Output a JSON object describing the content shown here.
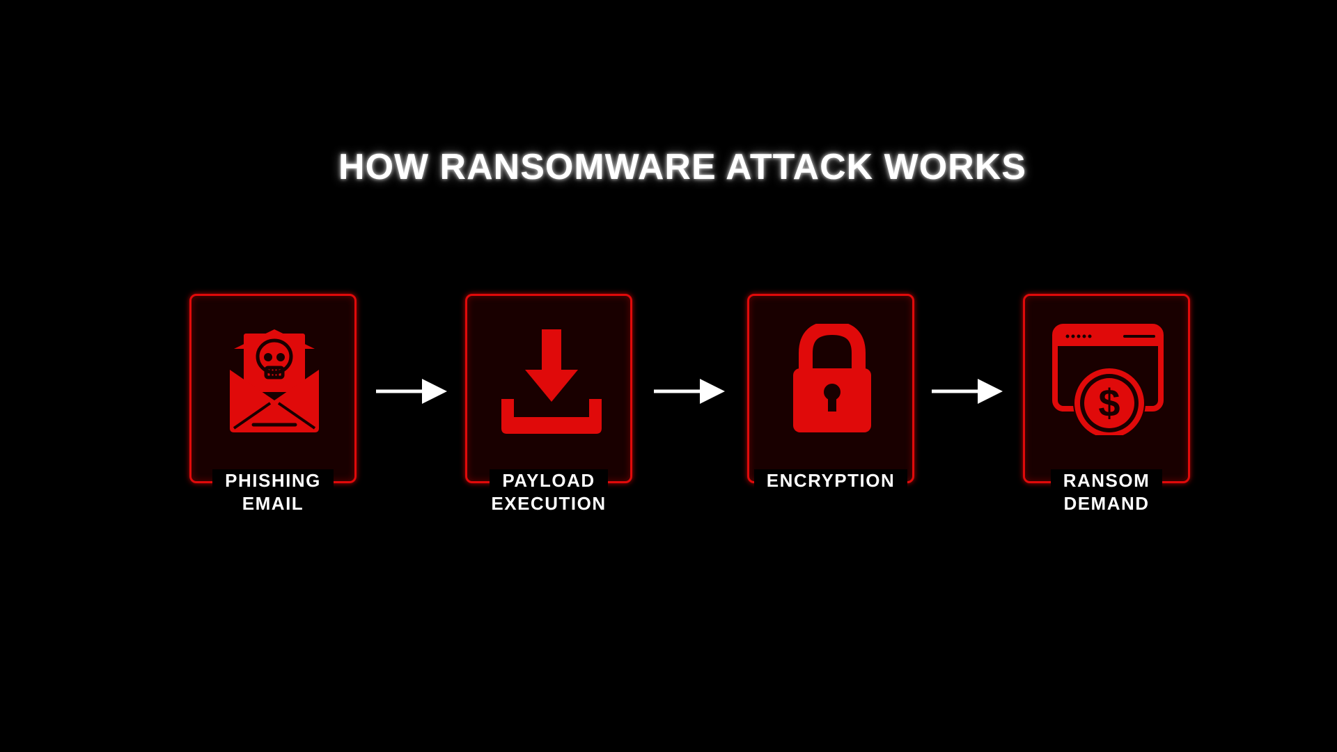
{
  "title": "HOW RANSOMWARE ATTACK WORKS",
  "colors": {
    "background": "#000000",
    "accent": "#e00a0a",
    "text": "#ffffff"
  },
  "steps": [
    {
      "icon": "skull-envelope-icon",
      "line1": "PHISHING",
      "line2": "EMAIL"
    },
    {
      "icon": "download-icon",
      "line1": "PAYLOAD",
      "line2": "EXECUTION"
    },
    {
      "icon": "padlock-icon",
      "line1": "ENCRYPTION",
      "line2": ""
    },
    {
      "icon": "browser-dollar-icon",
      "line1": "RANSOM",
      "line2": "DEMAND"
    }
  ],
  "connector_icon": "arrow-right-icon"
}
